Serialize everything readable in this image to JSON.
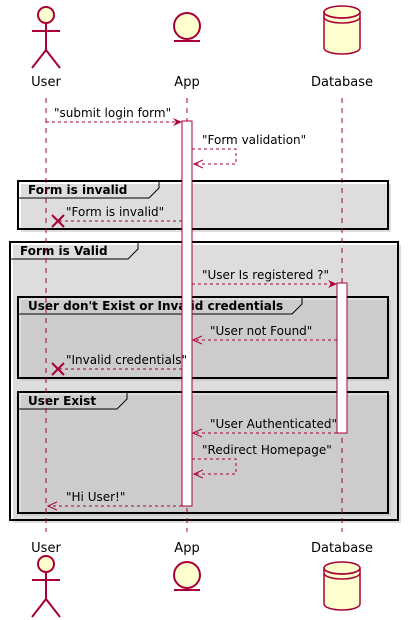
{
  "colors": {
    "accent": "#A80036",
    "entity_fill": "#FEFECE",
    "activation_fill": "#FFFFFF",
    "group_border": "#000000",
    "shadow": "#BBBBBB"
  },
  "participants": [
    {
      "key": "user",
      "name": "User",
      "kind": "actor"
    },
    {
      "key": "app",
      "name": "App",
      "kind": "entity"
    },
    {
      "key": "db",
      "name": "Database",
      "kind": "database"
    }
  ],
  "messages": [
    {
      "from": "user",
      "to": "app",
      "label": "\"submit login form\"",
      "style": "dashed",
      "end": "arrow"
    },
    {
      "from": "app",
      "to": "app",
      "label": "\"Form validation\"",
      "style": "dashed",
      "end": "arrow"
    },
    {
      "from": "app",
      "to": "user",
      "label": "\"Form is invalid\"",
      "style": "dashed",
      "end": "destroy"
    },
    {
      "from": "app",
      "to": "db",
      "label": "\"User Is registered ?\"",
      "style": "dashed",
      "end": "arrow"
    },
    {
      "from": "db",
      "to": "app",
      "label": "\"User not Found\"",
      "style": "dashed",
      "end": "arrow"
    },
    {
      "from": "app",
      "to": "user",
      "label": "\"Invalid credentials\"",
      "style": "dashed",
      "end": "destroy"
    },
    {
      "from": "db",
      "to": "app",
      "label": "\"User Authenticated\"",
      "style": "dashed",
      "end": "arrow"
    },
    {
      "from": "app",
      "to": "app",
      "label": "\"Redirect Homepage\"",
      "style": "dashed",
      "end": "arrow"
    },
    {
      "from": "app",
      "to": "user",
      "label": "\"Hi User!\"",
      "style": "dashed",
      "end": "arrow"
    }
  ],
  "groups": [
    {
      "label": "Form is invalid"
    },
    {
      "label": "Form is Valid"
    },
    {
      "label": "User don't Exist or Invalid credentials"
    },
    {
      "label": "User Exist"
    }
  ]
}
